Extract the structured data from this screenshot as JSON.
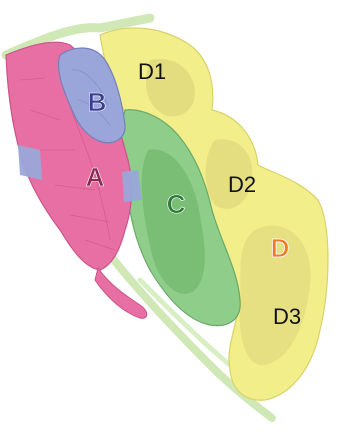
{
  "map": {
    "zones": [
      {
        "id": "A",
        "label": "A",
        "color": "#e86fa3",
        "label_color": "#8a2a55"
      },
      {
        "id": "B",
        "label": "B",
        "color": "#9aa6d9",
        "label_color": "#3b3f8f"
      },
      {
        "id": "C",
        "label": "C",
        "color": "#8fce8a",
        "label_color": "#2f7a3a"
      },
      {
        "id": "D",
        "label": "D",
        "color": "#f2ee8a",
        "label_color": "#ee7a2a"
      }
    ],
    "subzones": [
      {
        "id": "D1",
        "label": "D1",
        "label_color": "#111111"
      },
      {
        "id": "D2",
        "label": "D2",
        "label_color": "#111111"
      },
      {
        "id": "D3",
        "label": "D3",
        "label_color": "#111111"
      }
    ],
    "spine_color": "#cfe8b5"
  }
}
